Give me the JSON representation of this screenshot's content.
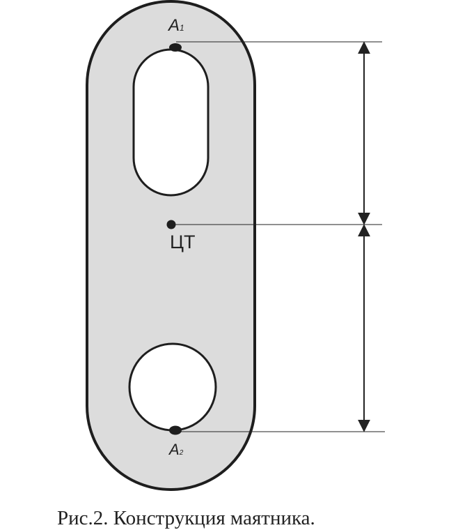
{
  "labels": {
    "point_top_letter": "A",
    "point_top_index": "1",
    "center_of_gravity": "ЦТ",
    "point_bottom_letter": "A",
    "point_bottom_index": "2"
  },
  "caption": "Рис.2. Конструкция маятника.",
  "colors": {
    "body_fill": "#dcdcdc",
    "outline": "#1e1e1e",
    "hole_fill": "#ffffff",
    "line": "#222222"
  }
}
